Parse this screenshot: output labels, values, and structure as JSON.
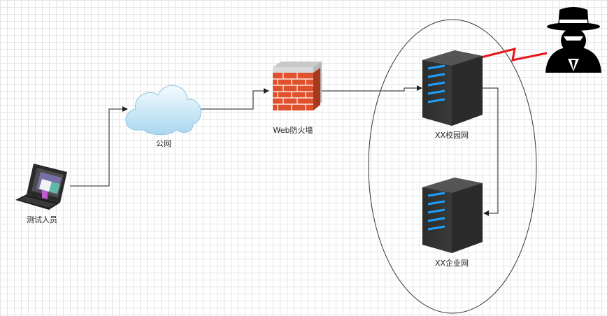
{
  "nodes": {
    "tester": {
      "label": "测试人员",
      "icon": "laptop-icon"
    },
    "public_net": {
      "label": "公网",
      "icon": "cloud-icon"
    },
    "waf": {
      "label": "Web防火墙",
      "icon": "firewall-icon"
    },
    "campus_net": {
      "label": "XX校园网",
      "icon": "server-icon"
    },
    "enterprise_net": {
      "label": "XX企业网",
      "icon": "server-icon"
    },
    "attacker": {
      "icon": "hacker-icon"
    }
  },
  "colors": {
    "grid": "#e4e4e4",
    "connector": "#222222",
    "attack_bolt": "#e8141b",
    "firewall_brick": "#e0522d",
    "server_body": "#3a3a3a",
    "server_led": "#1ea0ff"
  }
}
